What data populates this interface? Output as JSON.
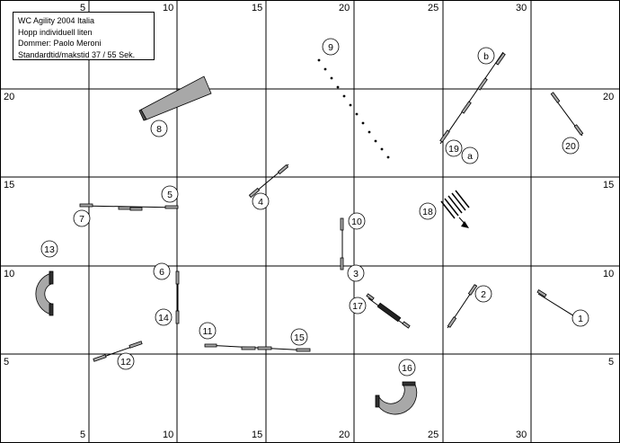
{
  "info": {
    "line1": "WC Agility 2004 Italia",
    "line2": "Hopp individuell liten",
    "line3": "Dommer: Paolo Meroni",
    "line4": "Standardtid/makstid 37 / 55 Sek."
  },
  "grid": {
    "top_labels": [
      "5",
      "10",
      "15",
      "20",
      "25",
      "30"
    ],
    "bottom_labels": [
      "5",
      "10",
      "15",
      "20",
      "25",
      "30"
    ],
    "left_labels": [
      "20",
      "15",
      "10",
      "5"
    ],
    "right_labels": [
      "20",
      "15",
      "10",
      "5"
    ]
  },
  "course_numbers": [
    "1",
    "2",
    "3",
    "4",
    "5",
    "6",
    "7",
    "8",
    "9",
    "10",
    "11",
    "12",
    "13",
    "14",
    "15",
    "16",
    "17",
    "18",
    "19",
    "20",
    "a",
    "b"
  ],
  "colors": {
    "grid": "#000000",
    "obstacle_fill": "#a8a8a8",
    "tunnel_fill": "#909090",
    "tire_fill": "#222222"
  }
}
